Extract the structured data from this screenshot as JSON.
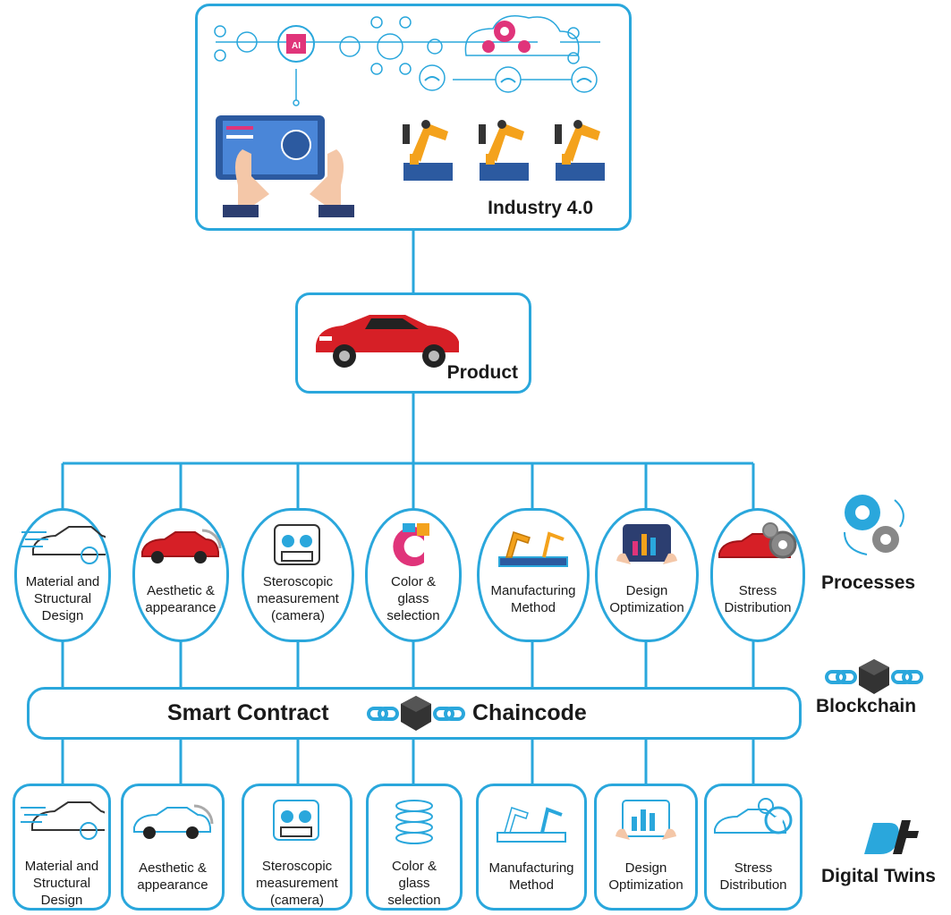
{
  "industry": {
    "title": "Industry 4.0",
    "ai_badge": "AI"
  },
  "product": {
    "title": "Product"
  },
  "processes": [
    {
      "icon": "car-circuit-icon",
      "label": [
        "Material and",
        "Structural",
        "Design"
      ]
    },
    {
      "icon": "red-car-speedometer-icon",
      "label": [
        "Aesthetic &",
        "appearance"
      ]
    },
    {
      "icon": "stereo-camera-icon",
      "label": [
        "Steroscopic",
        "measurement",
        "(camera)"
      ]
    },
    {
      "icon": "color-palette-icon",
      "label": [
        "Color &",
        "glass",
        "selection"
      ]
    },
    {
      "icon": "robot-arm-assembly-icon",
      "label": [
        "Manufacturing",
        "Method"
      ]
    },
    {
      "icon": "tablet-chart-icon",
      "label": [
        "Design",
        "Optimization"
      ]
    },
    {
      "icon": "car-gears-icon",
      "label": [
        "Stress",
        "Distribution"
      ]
    }
  ],
  "contract": {
    "left": "Smart Contract",
    "right": "Chaincode"
  },
  "twins": [
    {
      "icon": "car-circuit-outline-icon",
      "label": [
        "Material and",
        "Structural",
        "Design"
      ]
    },
    {
      "icon": "car-speedometer-outline-icon",
      "label": [
        "Aesthetic &",
        "appearance"
      ]
    },
    {
      "icon": "stereo-camera-outline-icon",
      "label": [
        "Steroscopic",
        "measurement",
        "(camera)"
      ]
    },
    {
      "icon": "glass-layers-outline-icon",
      "label": [
        "Color &",
        "glass",
        "selection"
      ]
    },
    {
      "icon": "robot-arm-outline-icon",
      "label": [
        "Manufacturing",
        "Method"
      ]
    },
    {
      "icon": "tablet-chart-outline-icon",
      "label": [
        "Design",
        "Optimization"
      ]
    },
    {
      "icon": "car-gears-outline-icon",
      "label": [
        "Stress",
        "Distribution"
      ]
    }
  ],
  "side": {
    "processes": "Processes",
    "blockchain": "Blockchain",
    "twins": "Digital Twins",
    "dt_logo": "DT"
  },
  "colors": {
    "line": "#2aa7dc",
    "accent_pink": "#e0347a",
    "accent_orange": "#f4a21c",
    "car_red": "#d61f26",
    "dark": "#333333"
  }
}
